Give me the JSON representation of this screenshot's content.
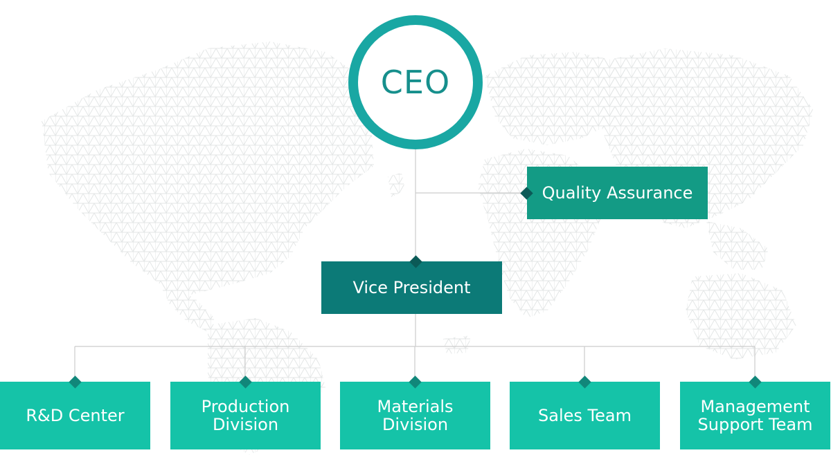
{
  "ceo": {
    "label": "CEO"
  },
  "quality": {
    "label": "Quality Assurance"
  },
  "vp": {
    "label": "Vice President"
  },
  "units": [
    {
      "label": "R&D Center"
    },
    {
      "label": "Production Division"
    },
    {
      "label": "Materials Division"
    },
    {
      "label": "Sales Team"
    },
    {
      "label": "Management Support Team"
    }
  ],
  "colors": {
    "ceo_ring": "#19a7a3",
    "ceo_text": "#168f8c",
    "quality_box": "#139b85",
    "vp_box": "#0c7a77",
    "unit_box": "#15c3a8",
    "connector": "#cccccc",
    "map_pattern": "#e3e6e6"
  }
}
